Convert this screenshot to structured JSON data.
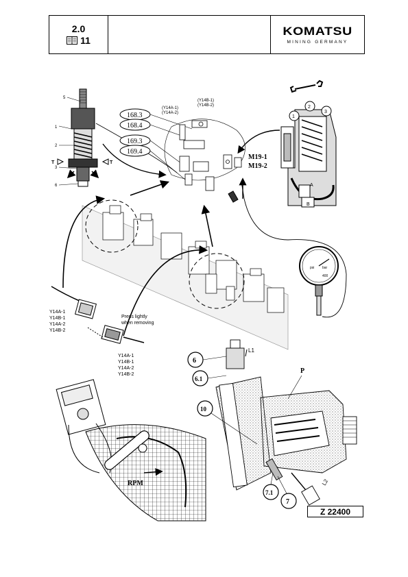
{
  "header": {
    "section": "2.0",
    "page": "11",
    "brand": "KOMATSU",
    "brand_sub": "MINING GERMANY"
  },
  "callouts": {
    "c168_3": "168.3",
    "c168_4": "168.4",
    "c169_3": "169.3",
    "c169_4": "169.4",
    "y14a_pair": "(Y14A-1)\n(Y14A-2)",
    "y14b_pair": "(Y14B-1)\n(Y14B-2)",
    "m19_1": "M19-1",
    "m19_2": "M19-2",
    "rpm": "RPM",
    "p": "P",
    "n1": "1",
    "n2": "2",
    "n3": "3",
    "n5": "5",
    "n6": "6",
    "n6_1": "6.1",
    "n7": "7",
    "n7_1": "7.1",
    "n10": "10",
    "l1": "L1",
    "l2": "L2",
    "t_left": "T",
    "t_right": "T",
    "side_1": "1",
    "side_2": "2",
    "side_3": "3",
    "side_5": "5",
    "side_6": "6",
    "a": "A",
    "b": "B",
    "press_lightly": "Press lightly",
    "when_removing": "when removing",
    "left_list": [
      "Y14A-1",
      "Y14B-1",
      "Y14A-2",
      "Y14B-2"
    ],
    "right_list": [
      "Y14A-1",
      "Y14B-1",
      "Y14A-2",
      "Y14B-2"
    ],
    "gauge_psi": "psi",
    "gauge_bar": "bar",
    "gauge_400": "400"
  },
  "figure_ref": "Z 22400"
}
